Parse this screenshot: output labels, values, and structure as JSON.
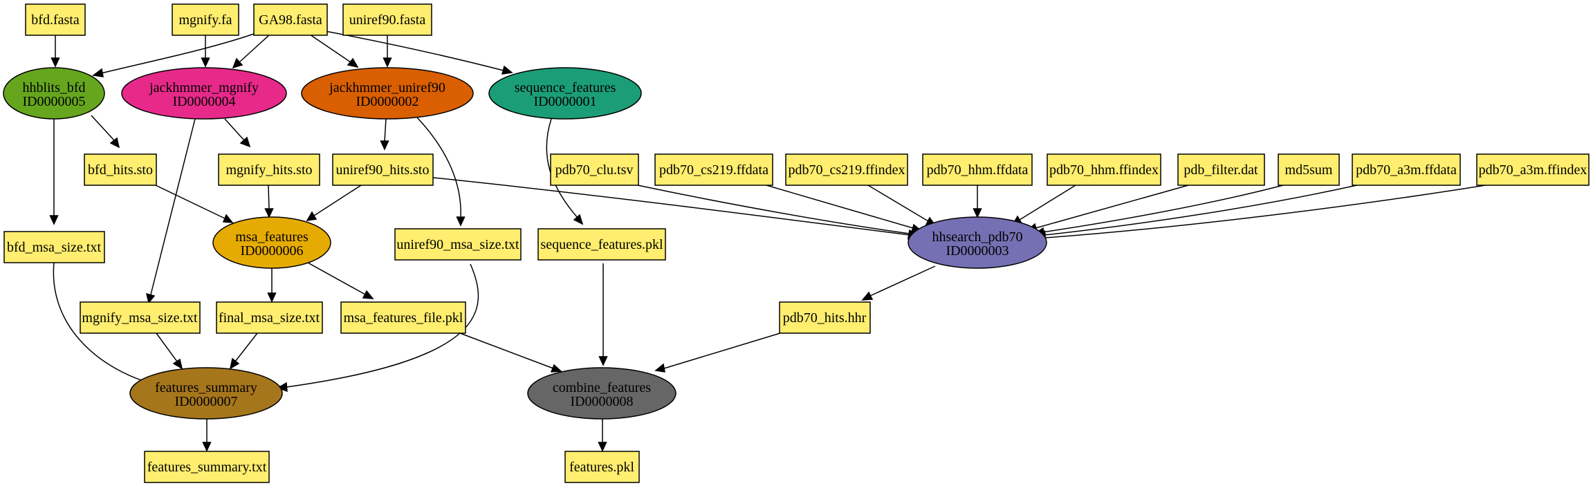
{
  "colors": {
    "file_fill": "#FFEE6F",
    "green": "#66A61E",
    "pink": "#E7298A",
    "orange": "#D95F02",
    "teal": "#1B9E77",
    "purple": "#7570B3",
    "amber": "#E6AB02",
    "brown": "#A6761D",
    "gray": "#666666"
  },
  "files": {
    "bfd_fasta": "bfd.fasta",
    "mgnify_fa": "mgnify.fa",
    "ga98_fasta": "GA98.fasta",
    "uniref90_fasta": "uniref90.fasta",
    "bfd_hits": "bfd_hits.sto",
    "mgnify_hits": "mgnify_hits.sto",
    "uniref90_hits": "uniref90_hits.sto",
    "pdb70_clu": "pdb70_clu.tsv",
    "pdb70_cs219_ffdata": "pdb70_cs219.ffdata",
    "pdb70_cs219_ffindex": "pdb70_cs219.ffindex",
    "pdb70_hhm_ffdata": "pdb70_hhm.ffdata",
    "pdb70_hhm_ffindex": "pdb70_hhm.ffindex",
    "pdb_filter": "pdb_filter.dat",
    "md5sum": "md5sum",
    "pdb70_a3m_ffdata": "pdb70_a3m.ffdata",
    "pdb70_a3m_ffindex": "pdb70_a3m.ffindex",
    "bfd_msa_size": "bfd_msa_size.txt",
    "uniref90_msa_size": "uniref90_msa_size.txt",
    "sequence_features_pkl": "sequence_features.pkl",
    "mgnify_msa_size": "mgnify_msa_size.txt",
    "final_msa_size": "final_msa_size.txt",
    "msa_features_file": "msa_features_file.pkl",
    "pdb70_hits": "pdb70_hits.hhr",
    "features_summary_txt": "features_summary.txt",
    "features_pkl": "features.pkl"
  },
  "processes": {
    "hhblits_bfd": {
      "name": "hhblits_bfd",
      "id": "ID0000005"
    },
    "jackhmmer_mgnify": {
      "name": "jackhmmer_mgnify",
      "id": "ID0000004"
    },
    "jackhmmer_uniref90": {
      "name": "jackhmmer_uniref90",
      "id": "ID0000002"
    },
    "sequence_features": {
      "name": "sequence_features",
      "id": "ID0000001"
    },
    "hhsearch_pdb70": {
      "name": "hhsearch_pdb70",
      "id": "ID0000003"
    },
    "msa_features": {
      "name": "msa_features",
      "id": "ID0000006"
    },
    "features_summary": {
      "name": "features_summary",
      "id": "ID0000007"
    },
    "combine_features": {
      "name": "combine_features",
      "id": "ID0000008"
    }
  }
}
